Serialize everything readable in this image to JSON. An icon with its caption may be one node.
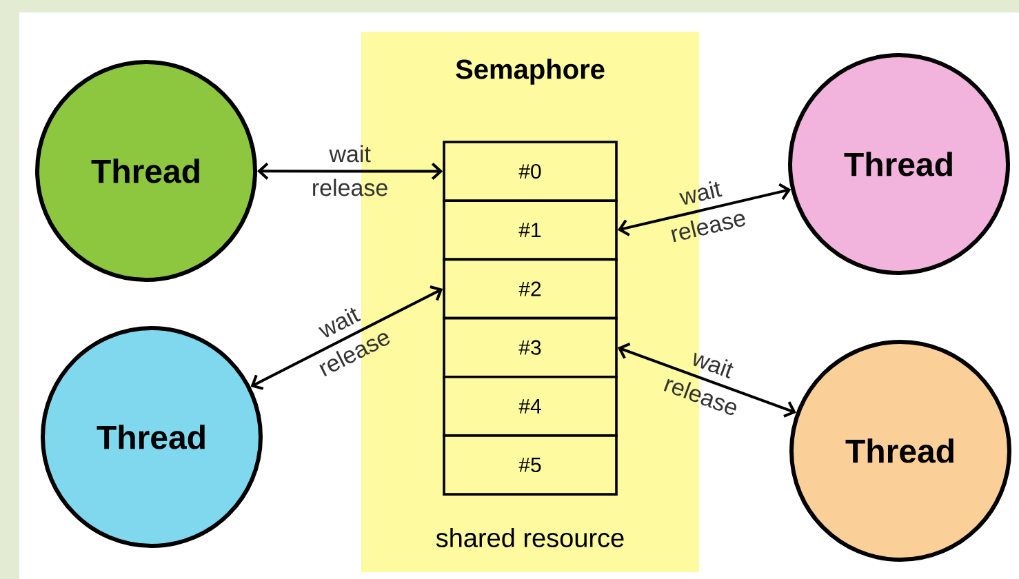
{
  "diagram": {
    "nodes": [
      {
        "text": [
          "Semaphore",
          "shared resource"
        ]
      },
      {
        "text": [
          "#0"
        ],
        "in": 0
      },
      {
        "text": [
          "#1"
        ],
        "in": 0
      },
      {
        "text": [
          "#2"
        ],
        "in": 0
      },
      {
        "text": [
          "#3"
        ],
        "in": 0
      },
      {
        "text": [
          "#4"
        ],
        "in": 0
      },
      {
        "text": [
          "#5"
        ],
        "in": 0
      },
      {
        "text": [
          "Thread"
        ]
      },
      {
        "text": [
          "Thread"
        ]
      },
      {
        "text": [
          "Thread"
        ]
      },
      {
        "text": [
          "Thread"
        ]
      }
    ],
    "edges": [
      {
        "from": 7,
        "to": 1,
        "arrow": "both",
        "label": "wait"
      },
      {
        "from": 8,
        "to": 2,
        "arrow": "both",
        "label": "wait"
      },
      {
        "from": 9,
        "to": 3,
        "arrow": "both",
        "label": "wait"
      },
      {
        "from": 10,
        "to": 4,
        "arrow": "both",
        "label": "wait"
      }
    ],
    "labels": [
      "release",
      "release",
      "release",
      "release"
    ]
  }
}
